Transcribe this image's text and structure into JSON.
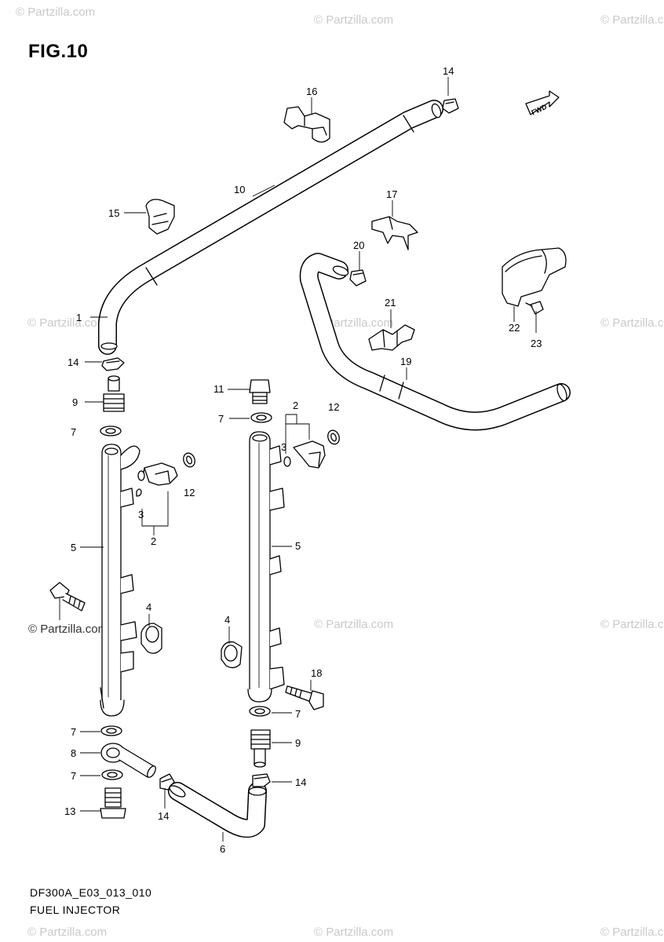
{
  "figure": {
    "title": "FIG.10"
  },
  "footer": {
    "code": "DF300A_E03_013_010",
    "name": "FUEL INJECTOR"
  },
  "watermark": {
    "text": "© Partzilla.com",
    "color": "#c9c9c9"
  },
  "fwd_arrow": {
    "label": "FWD"
  },
  "callouts": {
    "c1": "1",
    "c2a": "2",
    "c2b": "2",
    "c3a": "3",
    "c3b": "3",
    "c4a": "4",
    "c4b": "4",
    "c5a": "5",
    "c5b": "5",
    "c6": "6",
    "c7a": "7",
    "c7b": "7",
    "c7c": "7",
    "c7d": "7",
    "c7e": "7",
    "c8": "8",
    "c9a": "9",
    "c9b": "9",
    "c10": "10",
    "c11": "11",
    "c12a": "12",
    "c12b": "12",
    "c13": "13",
    "c14a": "14",
    "c14b": "14",
    "c14c": "14",
    "c14d": "14",
    "c15": "15",
    "c16": "16",
    "c17": "17",
    "c18": "18",
    "c19": "19",
    "c20": "20",
    "c21": "21",
    "c22": "22",
    "c23": "23"
  }
}
